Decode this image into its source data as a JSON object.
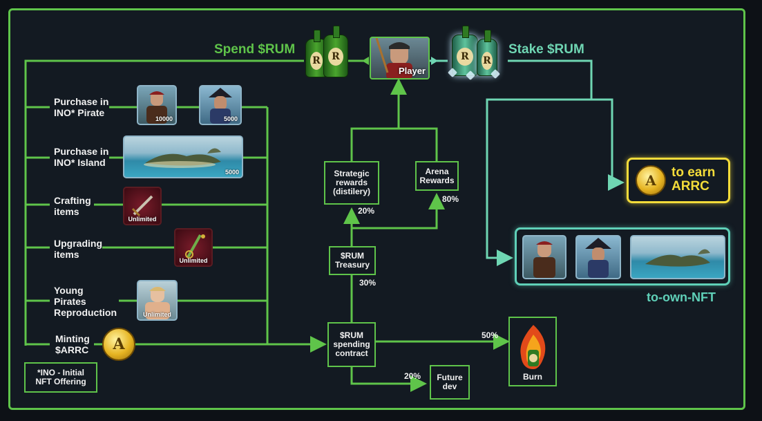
{
  "header": {
    "spend_label": "Spend $RUM",
    "stake_label": "Stake $RUM",
    "player_label": "Player"
  },
  "sources": [
    {
      "label": "Purchase in\nINO* Pirate"
    },
    {
      "label": "Purchase in\nINO* Island"
    },
    {
      "label": "Crafting\nitems"
    },
    {
      "label": "Upgrading\nitems"
    },
    {
      "label": "Young\nPirates\nReproduction"
    },
    {
      "label": "Minting\n$ARRC"
    }
  ],
  "thumbs": {
    "pirate1": "10000",
    "pirate2": "5000",
    "island": "5000",
    "crafting": "Unlimited",
    "upgrading": "Unlimited",
    "young": "Unlimited"
  },
  "footnote": "*INO - Initial\nNFT Offering",
  "flow": {
    "strategic": "Strategic\nrewards\n(distilery)",
    "arena": "Arena\nRewards",
    "treasury": "$RUM\nTreasury",
    "contract": "$RUM\nspending\ncontract",
    "future": "Future\ndev",
    "burn": "Burn"
  },
  "percents": {
    "strategic": "20%",
    "arena": "80%",
    "treasury": "30%",
    "burn": "50%",
    "future": "20%"
  },
  "stake": {
    "earn": "to earn\nARRC",
    "own": "to-own-NFT"
  },
  "colors": {
    "green": "#5fc44a",
    "teal": "#6fd6b3",
    "yellow": "#f3dc3a",
    "own_teal": "#5fd0b8"
  }
}
